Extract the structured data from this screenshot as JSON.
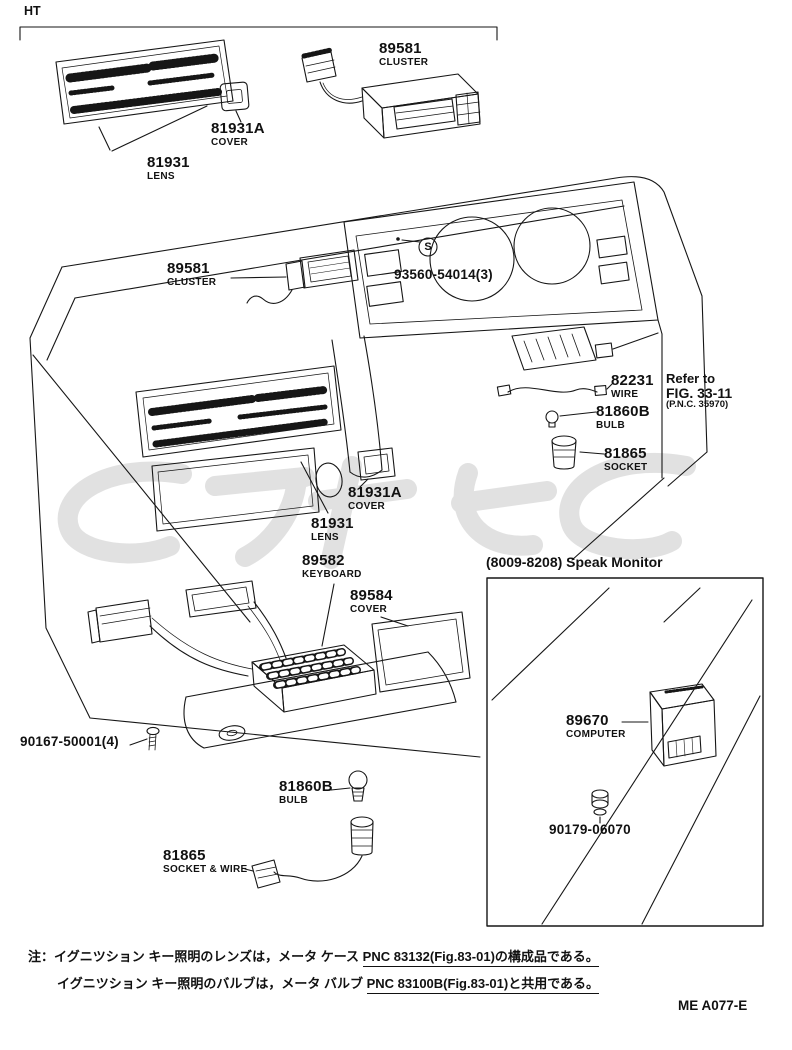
{
  "page": {
    "section_code": "HT",
    "doc_code": "ME A077-E",
    "speak_monitor_title": "(8009-8208) Speak Monitor",
    "screw_symbol": "S",
    "refer": {
      "line1": "Refer to",
      "line2": "FIG. 33-11",
      "line3": "(P.N.C. 35970)"
    },
    "notes": {
      "line1_prefix": "注：イグニツション キー照明のレンズは，メータ ケース ",
      "line1_ref": "PNC 83132(Fig.83-01)の構成品である。",
      "line2_prefix": "イグニツション キー照明のバルブは，メータ バルブ ",
      "line2_ref": "PNC 83100B(Fig.83-01)と共用である。"
    }
  },
  "labels": {
    "lens_top": {
      "part": "81931",
      "name": "LENS"
    },
    "cover_top": {
      "part": "81931A",
      "name": "COVER"
    },
    "cluster_top": {
      "part": "89581",
      "name": "CLUSTER"
    },
    "cluster_mid": {
      "part": "89581",
      "name": "CLUSTER"
    },
    "screw_set": {
      "part": "93560-54014(3)"
    },
    "wire": {
      "part": "82231",
      "name": "WIRE"
    },
    "bulb_right": {
      "part": "81860B",
      "name": "BULB"
    },
    "socket_right": {
      "part": "81865",
      "name": "SOCKET"
    },
    "cover_mid": {
      "part": "81931A",
      "name": "COVER"
    },
    "lens_mid": {
      "part": "81931",
      "name": "LENS"
    },
    "keyboard": {
      "part": "89582",
      "name": "KEYBOARD"
    },
    "cover_low": {
      "part": "89584",
      "name": "COVER"
    },
    "screws_low": {
      "part": "90167-50001(4)"
    },
    "bulb_low": {
      "part": "81860B",
      "name": "BULB"
    },
    "socket_wire": {
      "part": "81865",
      "name": "SOCKET & WIRE"
    },
    "computer": {
      "part": "89670",
      "name": "COMPUTER"
    },
    "grommet": {
      "part": "90179-06070"
    }
  }
}
